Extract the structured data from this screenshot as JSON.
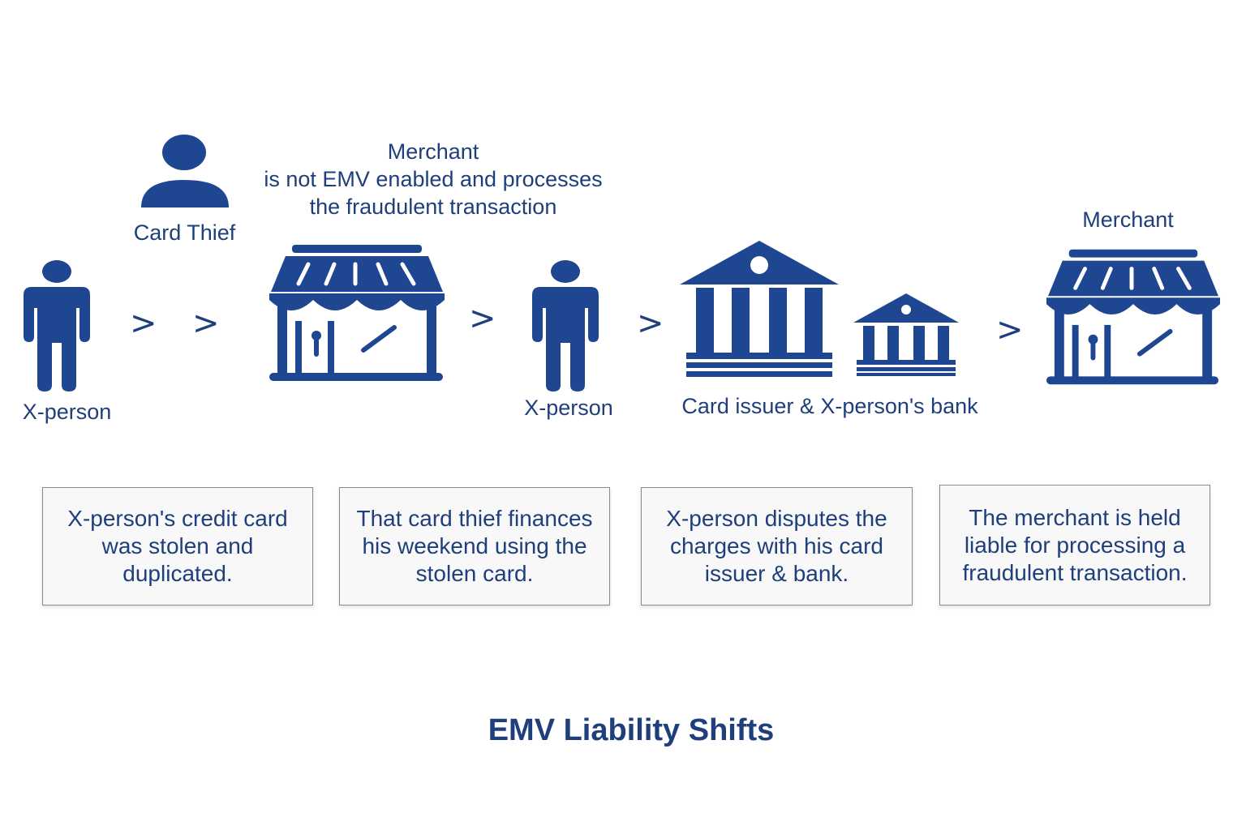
{
  "actors": {
    "card_thief": "Card Thief",
    "xperson_1": "X-person",
    "xperson_2": "X-person",
    "merchant_1_lines": [
      "Merchant",
      "is not EMV enabled and processes",
      "the fraudulent transaction"
    ],
    "banks": "Card issuer & X-person's bank",
    "merchant_2": "Merchant"
  },
  "arrows": [
    ">",
    ">",
    ">",
    ">",
    ">"
  ],
  "steps": [
    "X-person's credit card was stolen and duplicated.",
    "That card thief finances his weekend using the stolen card.",
    "X-person disputes the charges with his card issuer & bank.",
    "The merchant is held liable for processing a fraudulent transaction."
  ],
  "title": "EMV Liability Shifts",
  "colors": {
    "primary": "#1e3f7c",
    "icon": "#1f4691"
  }
}
